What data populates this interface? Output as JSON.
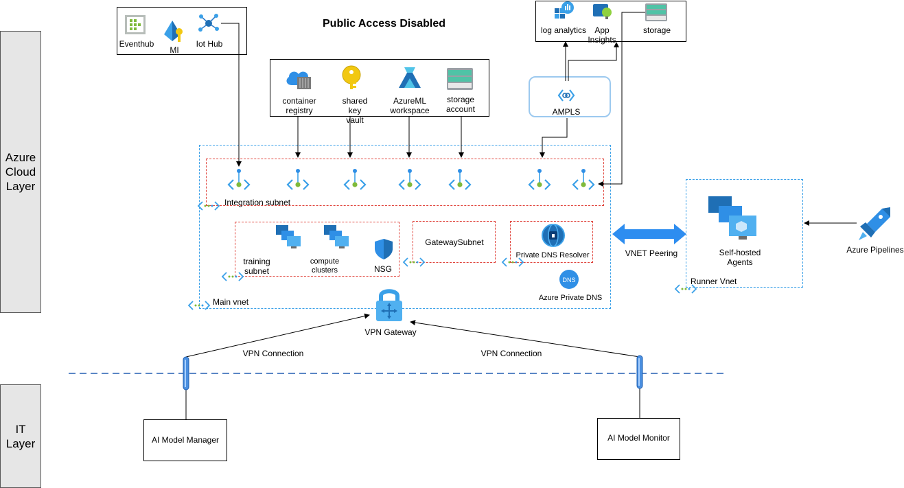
{
  "title": "Public Access Disabled",
  "layers": {
    "azure": "Azure\nCloud\nLayer",
    "it": "IT\nLayer"
  },
  "top_left_group": {
    "eventhub": "Eventhub",
    "mi": "MI",
    "iothub": "Iot Hub"
  },
  "top_right_group": {
    "log_analytics": "log analytics",
    "app_insights": "App\nInsights",
    "storage": "storage"
  },
  "services": {
    "container_registry": "container\nregistry",
    "key_vault": "shared\nkey\nvault",
    "azureml": "AzureML\nworkspace",
    "storage_account": "storage\naccount",
    "ampls": "AMPLS"
  },
  "subnets": {
    "integration": "Integration subnet",
    "training": "training\nsubnet",
    "compute": "compute\nclusters",
    "nsg": "NSG",
    "gateway": "GatewaySubnet",
    "dns_resolver": "Private DNS Resolver",
    "private_dns": "Azure Private DNS",
    "main_vnet": "Main vnet"
  },
  "vpn_gateway": "VPN Gateway",
  "vnet_peering": "VNET Peering",
  "runner": {
    "agents": "Self-hosted\nAgents",
    "vnet": "Runner Vnet"
  },
  "azure_pipelines": "Azure Pipelines",
  "vpn_connection_left": "VPN Connection",
  "vpn_connection_right": "VPN Connection",
  "ai_manager": "AI Model Manager",
  "ai_monitor": "AI Model Monitor",
  "colors": {
    "azure_blue": "#1f8ce6",
    "red_dash": "#e0443c",
    "blue_dash": "#3aa0e8",
    "dark_blue": "#0a5ea8",
    "green": "#7fba3b"
  }
}
